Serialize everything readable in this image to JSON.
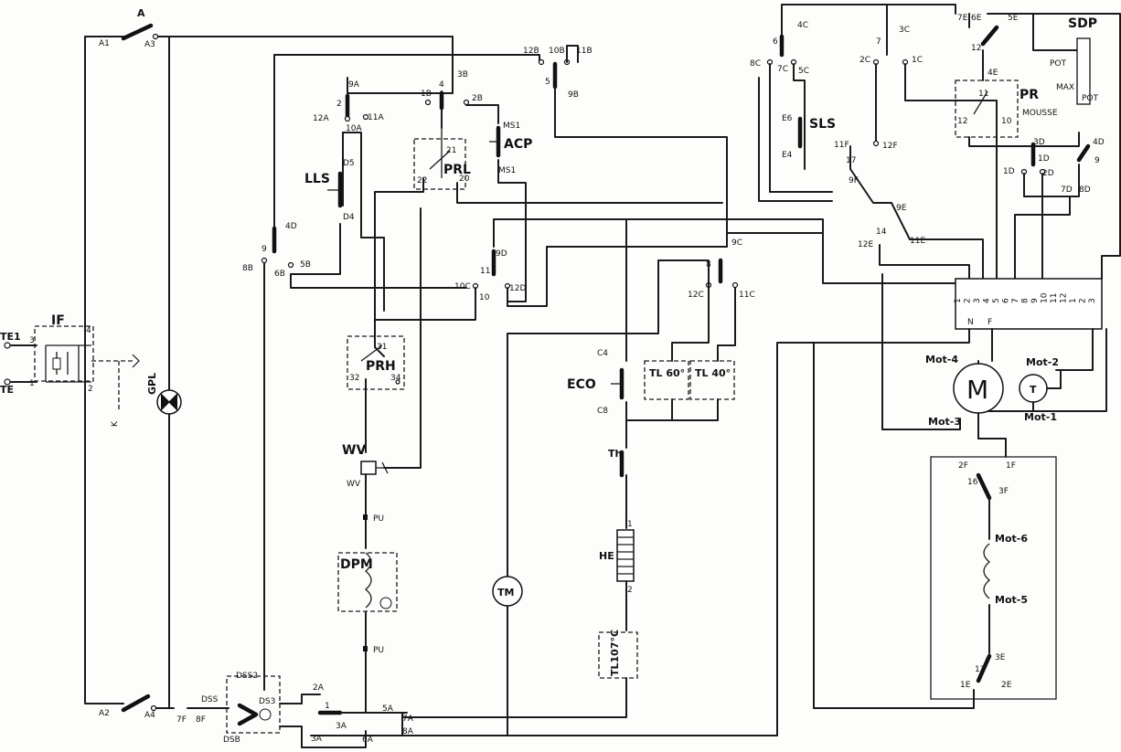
{
  "components": {
    "A": "A",
    "IF": "IF",
    "TE1": "TE1",
    "TE": "TE",
    "GPL": "GPL",
    "LLS": "LLS",
    "PRL": "PRL",
    "ACP": "ACP",
    "PRH": "PRH",
    "WV_top": "WV",
    "WV_bottom": "WV",
    "DPM": "DPM",
    "PU_top": "PU",
    "PU_bottom": "PU",
    "TM": "TM",
    "ECO": "ECO",
    "TL60": "TL 60°",
    "TL40": "TL 40°",
    "Th": "Th",
    "HE": "HE",
    "TL107": "TL107°C",
    "SLS": "SLS",
    "SDP": "SDP",
    "PR": "PR",
    "MOUSSE": "MOUSSE",
    "POT1": "POT",
    "POT2": "POT",
    "MAX": "MAX",
    "M": "M",
    "T": "T",
    "Mot4": "Mot-4",
    "Mot3": "Mot-3",
    "Mot2": "Mot-2",
    "Mot1": "Mot-1",
    "Mot6": "Mot-6",
    "Mot5": "Mot-5",
    "DSS2": "DSS2",
    "DSS": "DSS",
    "DSB": "DSB",
    "DS3": "DS3"
  },
  "terminals": {
    "A1": "A1",
    "A3": "A3",
    "A2": "A2",
    "A4": "A4",
    "n3": "3",
    "n4": "4",
    "n1": "1",
    "n2": "2",
    "K": "K",
    "t9A": "9A",
    "t2": "2",
    "t12A": "12A",
    "t10A": "10A",
    "t11A": "11A",
    "D5": "D5",
    "D4": "D4",
    "t1B": "1B",
    "t4": "4",
    "t3B": "3B",
    "t2B": "2B",
    "t12B": "12B",
    "t10B": "10B",
    "t11B": "11B",
    "t5": "5",
    "t9B": "9B",
    "MS1": "MS1",
    "MS1b": "MS1",
    "t21": "21",
    "t22": "22",
    "t20": "20",
    "t4D": "4D",
    "t9": "9",
    "t8B": "8B",
    "t6B": "6B",
    "t5B": "5B",
    "t10C": "10C",
    "t11": "11",
    "t9D": "9D",
    "t12D": "12D",
    "t10": "10",
    "t9C": "9C",
    "t8": "8",
    "t12C": "12C",
    "t11C": "11C",
    "t31": "31",
    "t32": "32",
    "t34": "34",
    "C4": "C4",
    "C8": "C8",
    "t7F": "7F",
    "t8F": "8F",
    "t2A": "2A",
    "t1": "1",
    "t3A": "3A",
    "t5A": "5A",
    "t7A": "7A",
    "t6A": "6A",
    "t8A": "8A",
    "t3Ab": "3A",
    "t4C": "4C",
    "t6": "6",
    "t8C": "8C",
    "t7C": "7C",
    "t5C": "5C",
    "E6": "E6",
    "E4": "E4",
    "t3C": "3C",
    "t7": "7",
    "t2C": "2C",
    "t1C": "1C",
    "t12F": "12F",
    "t11F": "11F",
    "t17": "17",
    "t9F": "9F",
    "t9E": "9E",
    "t14": "14",
    "t12E": "12E",
    "t11E": "11E",
    "t7E": "7E",
    "t6E": "6E",
    "t5E": "5E",
    "t12": "12",
    "t4E": "4E",
    "t11b": "11",
    "t12b": "12",
    "t10b": "10",
    "t3D": "3D",
    "t4D2": "4D",
    "t1D": "1D",
    "t1Db": "1D",
    "t2D": "2D",
    "t7D": "7D",
    "t8D": "8D",
    "t9b": "9",
    "N": "N",
    "F": "F",
    "t2F": "2F",
    "t1F": "1F",
    "t16": "16",
    "t3F": "3F",
    "t3E": "3E",
    "t13": "13",
    "t1E": "1E",
    "t2E": "2E",
    "one": "1",
    "two": "2"
  },
  "connector_pins": [
    "1",
    "2",
    "3",
    "4",
    "5",
    "6",
    "7",
    "8",
    "9",
    "10",
    "11",
    "12",
    "1",
    "2",
    "3"
  ]
}
